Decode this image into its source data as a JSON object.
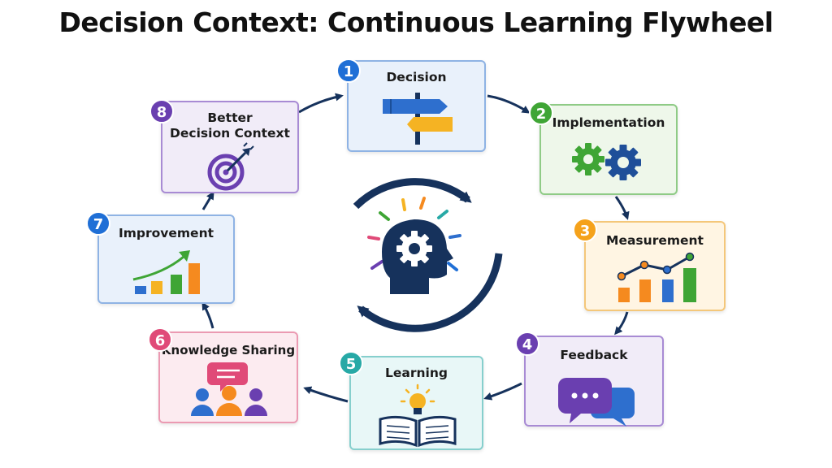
{
  "title": "Decision Context: Continuous Learning Flywheel",
  "steps": [
    {
      "number": "1",
      "label": "Decision",
      "color": "#1f6fd6",
      "icon": "signpost-icon"
    },
    {
      "number": "2",
      "label": "Implementation",
      "color": "#3fa535",
      "icon": "gears-icon"
    },
    {
      "number": "3",
      "label": "Measurement",
      "color": "#f5a21b",
      "icon": "bar-chart-icon"
    },
    {
      "number": "4",
      "label": "Feedback",
      "color": "#6a3fb0",
      "icon": "speech-bubbles-icon"
    },
    {
      "number": "5",
      "label": "Learning",
      "color": "#27a9a6",
      "icon": "book-lightbulb-icon"
    },
    {
      "number": "6",
      "label": "Knowledge Sharing",
      "color": "#e04a78",
      "icon": "team-chat-icon"
    },
    {
      "number": "7",
      "label": "Improvement",
      "color": "#1f6fd6",
      "icon": "growth-chart-icon"
    },
    {
      "number": "8",
      "label": "Better\nDecision Context",
      "color": "#6a3fb0",
      "icon": "target-icon"
    }
  ],
  "center": {
    "icon": "head-gear-cycle-icon",
    "color": "#16325c"
  }
}
